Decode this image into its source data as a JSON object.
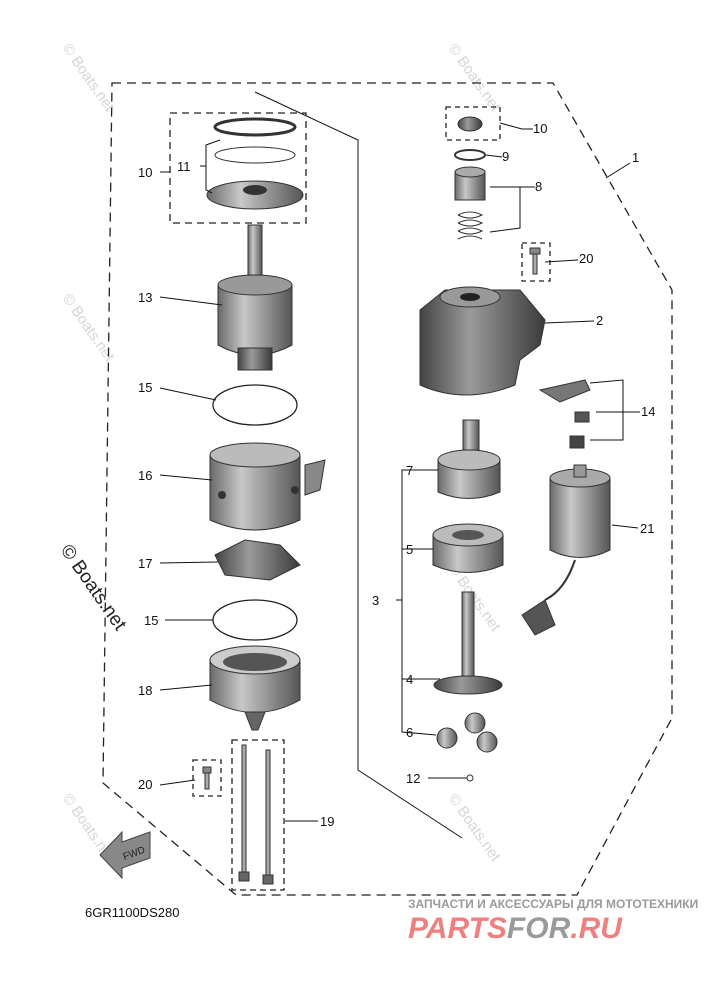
{
  "diagram": {
    "code": "6GR1100DS280",
    "fwd_label": "FWD",
    "watermark": "© Boats.net",
    "labels": {
      "l1": "1",
      "l2": "2",
      "l3": "3",
      "l4": "4",
      "l5": "5",
      "l6": "6",
      "l7": "7",
      "l8": "8",
      "l9": "9",
      "l10a": "10",
      "l10b": "10",
      "l11": "11",
      "l12": "12",
      "l13": "13",
      "l14": "14",
      "l15a": "15",
      "l15b": "15",
      "l16": "16",
      "l17": "17",
      "l18": "18",
      "l19": "19",
      "l20a": "20",
      "l20b": "20",
      "l21": "21"
    }
  },
  "branding": {
    "tagline": "ЗАПЧАСТИ И АКСЕССУАРЫ ДЛЯ МОТОТЕХНИКИ",
    "logo_part1": "PARTS",
    "logo_part2": "FOR",
    "logo_part3": ".RU",
    "color_red": "#f08080",
    "color_gray": "#9a9a9a"
  }
}
